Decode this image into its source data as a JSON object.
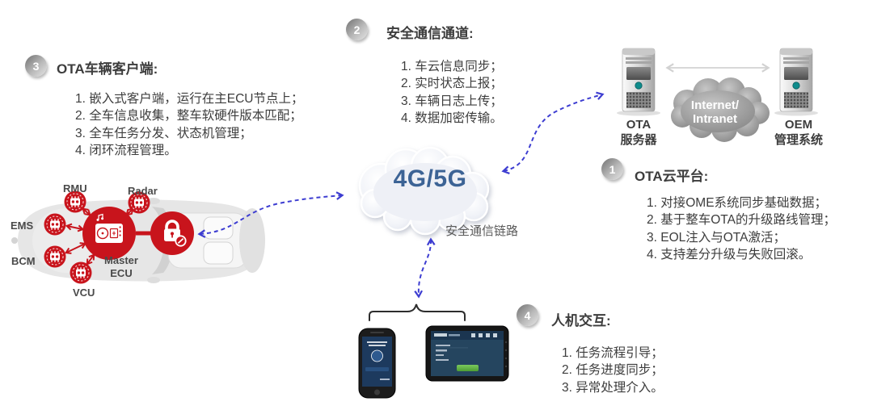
{
  "sections": {
    "vehicle_client": {
      "badge": "3",
      "title": "OTA车辆客户端:",
      "items": [
        "1. 嵌入式客户端，运行在主ECU节点上；",
        "2. 全车信息收集，整车软硬件版本匹配；",
        "3. 全车任务分发、状态机管理；",
        "4. 闭环流程管理。"
      ]
    },
    "secure_channel": {
      "badge": "2",
      "title": "安全通信通道:",
      "items": [
        "1. 车云信息同步；",
        "2. 实时状态上报；",
        "3. 车辆日志上传；",
        "4. 数据加密传输。"
      ]
    },
    "cloud_platform": {
      "badge": "1",
      "title": "OTA云平台:",
      "items": [
        "1. 对接OME系统同步基础数据；",
        "2. 基于整车OTA的升级路线管理；",
        "3. EOL注入与OTA激活；",
        "4. 支持差分升级与失败回滚。"
      ]
    },
    "hmi": {
      "badge": "4",
      "title": "人机交互:",
      "items": [
        "1. 任务流程引导；",
        "2. 任务进度同步；",
        "3. 异常处理介入。"
      ]
    }
  },
  "network": {
    "cellular_cloud": "4G/5G",
    "link_label": "安全通信链路",
    "internet_cloud": "Internet/\nIntranet"
  },
  "servers": {
    "ota": "OTA\n服务器",
    "oem": "OEM\n管理系统"
  },
  "vehicle": {
    "master_label": "Master\nECU",
    "ecu_labels": [
      "RMU",
      "Radar",
      "EMS",
      "BCM",
      "VCU"
    ]
  },
  "colors": {
    "accent_red": "#c8141c",
    "dashed_link_blue": "#3d3dd1",
    "cellular_text_blue": "#3c6395",
    "text_gray": "#3d3d3d"
  }
}
